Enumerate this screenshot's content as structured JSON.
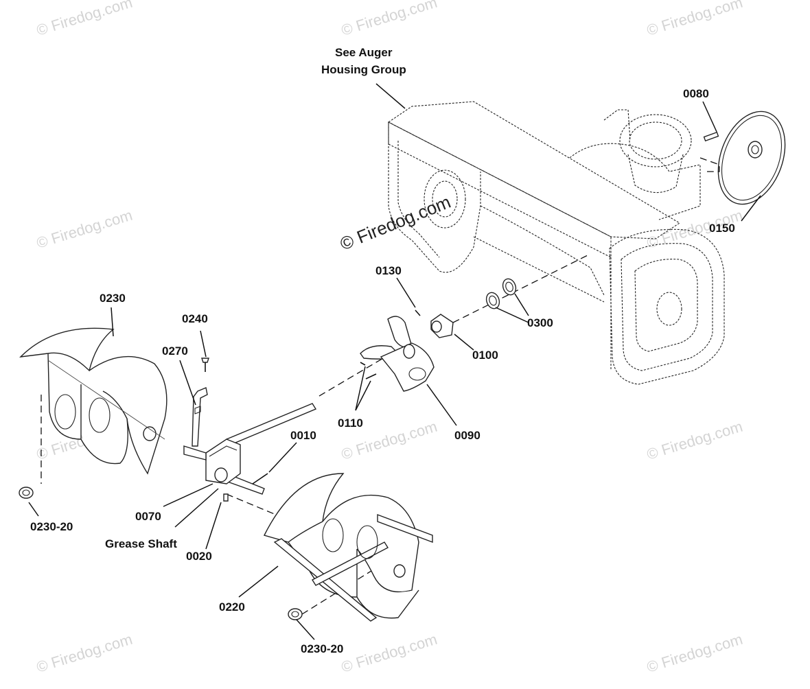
{
  "watermark": {
    "text": "© Firedog.com",
    "main_text": "© Firedog.com"
  },
  "callouts": {
    "see_auger_1": "See Auger",
    "see_auger_2": "Housing Group",
    "p0080": "0080",
    "p0150": "0150",
    "p0130": "0130",
    "p0300": "0300",
    "p0100": "0100",
    "p0090": "0090",
    "p0110": "0110",
    "p0230": "0230",
    "p0240": "0240",
    "p0270": "0270",
    "p0010": "0010",
    "p0070": "0070",
    "grease_shaft": "Grease Shaft",
    "p0020": "0020",
    "p0220": "0220",
    "p0230_20_left": "0230-20",
    "p0230_20_bottom": "0230-20"
  }
}
